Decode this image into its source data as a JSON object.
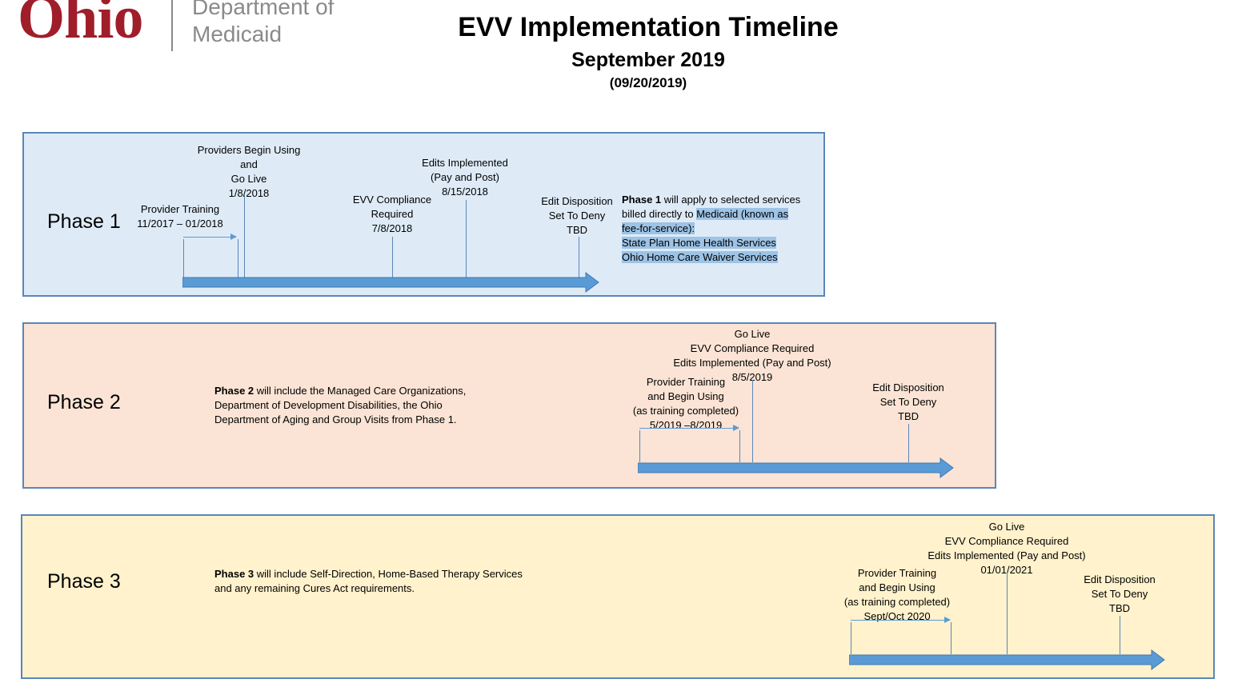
{
  "header": {
    "logo_text": "Ohio",
    "logo_subtext_line1": "Department of",
    "logo_subtext_line2": "Medicaid",
    "title": "EVV Implementation Timeline",
    "subtitle": "September 2019",
    "date": "(09/20/2019)"
  },
  "colors": {
    "phase1_bg": "#deebf7",
    "phase2_bg": "#fbe4d5",
    "phase3_bg": "#fff2cc",
    "arrow": "#5b9bd5",
    "logo_red": "#a01e2a"
  },
  "phase1": {
    "label": "Phase 1",
    "training": [
      "Provider Training",
      "11/2017 – 01/2018"
    ],
    "go_live": [
      "Providers Begin Using",
      "and",
      "Go Live",
      "1/8/2018"
    ],
    "compliance": [
      "EVV Compliance",
      "Required",
      "7/8/2018"
    ],
    "edits": [
      "Edits Implemented",
      "(Pay and Post)",
      "8/15/2018"
    ],
    "disposition": [
      "Edit Disposition",
      "Set To Deny",
      "TBD"
    ],
    "desc_bold": "Phase 1",
    "desc_1": " will apply to selected services",
    "desc_2a": "billed directly to ",
    "desc_2b": "Medicaid (known as",
    "desc_3": "fee-for-service):",
    "desc_4": "State Plan Home Health Services",
    "desc_5": "Ohio Home Care Waiver Services"
  },
  "phase2": {
    "label": "Phase 2",
    "desc_bold": "Phase 2",
    "desc_1": " will include the Managed Care Organizations,",
    "desc_2": "Department of Development Disabilities, the Ohio",
    "desc_3": "Department of Aging and Group Visits from Phase 1.",
    "go_live": [
      "Go Live",
      "EVV Compliance Required",
      "Edits Implemented (Pay and Post)",
      "8/5/2019"
    ],
    "training": [
      "Provider Training",
      "and Begin Using",
      "(as training completed)",
      "5/2019 –8/2019"
    ],
    "disposition": [
      "Edit Disposition",
      "Set To Deny",
      "TBD"
    ]
  },
  "phase3": {
    "label": "Phase 3",
    "desc_bold": "Phase 3",
    "desc_1": " will include Self-Direction, Home-Based Therapy Services",
    "desc_2": "and any remaining Cures Act requirements.",
    "go_live": [
      "Go Live",
      "EVV Compliance Required",
      "Edits Implemented (Pay and Post)",
      "01/01/2021"
    ],
    "training": [
      "Provider Training",
      "and Begin Using",
      "(as training completed)",
      "Sept/Oct 2020"
    ],
    "disposition": [
      "Edit Disposition",
      "Set To Deny",
      "TBD"
    ]
  }
}
